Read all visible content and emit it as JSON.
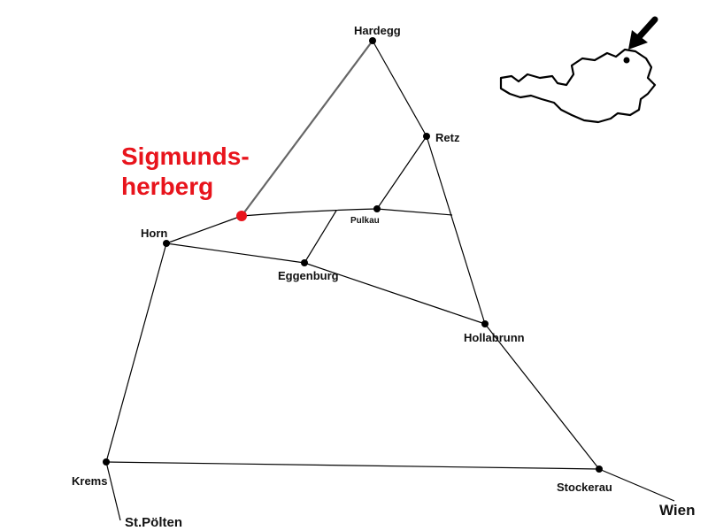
{
  "map": {
    "highlight_town": {
      "line1": "Sigmunds-",
      "line2": "herberg",
      "color": "#e8141c"
    },
    "towns": {
      "hardegg": "Hardegg",
      "retz": "Retz",
      "pulkau": "Pulkau",
      "horn": "Horn",
      "eggenburg": "Eggenburg",
      "hollabrunn": "Hollabrunn",
      "krems": "Krems",
      "stockerau": "Stockerau",
      "wien": "Wien",
      "st_poelten": "St.Pölten"
    },
    "inset": {
      "region": "austria-outline",
      "marker_icon": "arrow-icon"
    },
    "colors": {
      "line": "#000000",
      "marker": "#000000",
      "hardegg_line": "#666666"
    }
  }
}
